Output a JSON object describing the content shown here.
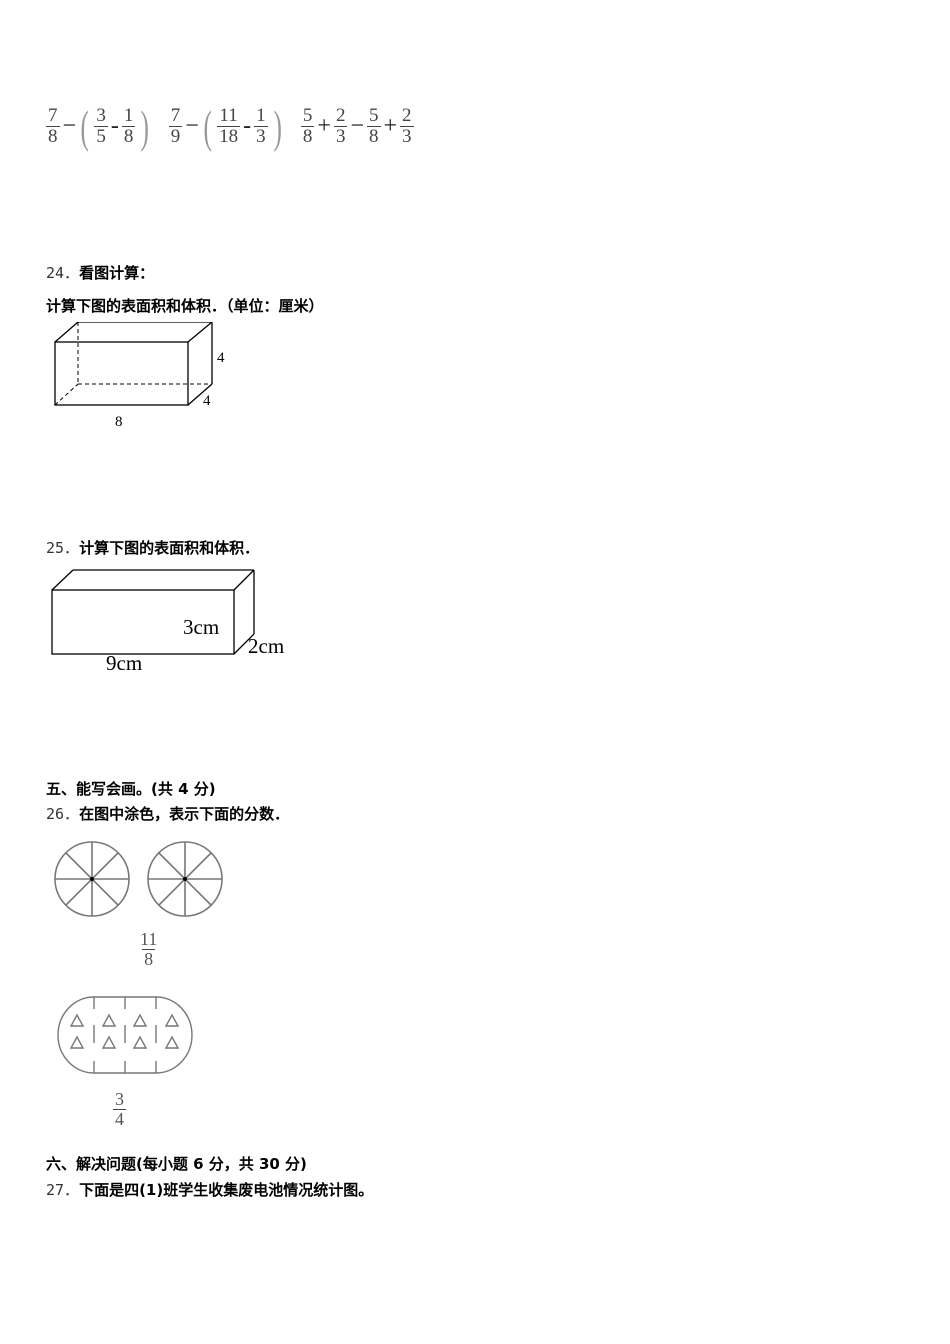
{
  "expressions": [
    {
      "id": "expr-1",
      "parts": [
        {
          "type": "frac",
          "num": "7",
          "den": "8"
        },
        {
          "type": "op",
          "value": "−"
        },
        {
          "type": "paren",
          "value": "("
        },
        {
          "type": "frac",
          "num": "3",
          "den": "5"
        },
        {
          "type": "op",
          "value": "-"
        },
        {
          "type": "frac",
          "num": "1",
          "den": "8"
        },
        {
          "type": "paren",
          "value": ")"
        }
      ]
    },
    {
      "id": "expr-2",
      "parts": [
        {
          "type": "frac",
          "num": "7",
          "den": "9"
        },
        {
          "type": "op",
          "value": "−"
        },
        {
          "type": "paren",
          "value": "("
        },
        {
          "type": "frac",
          "num": "11",
          "den": "18"
        },
        {
          "type": "op",
          "value": "-"
        },
        {
          "type": "frac",
          "num": "1",
          "den": "3"
        },
        {
          "type": "paren",
          "value": ")"
        }
      ]
    },
    {
      "id": "expr-3",
      "parts": [
        {
          "type": "frac",
          "num": "5",
          "den": "8"
        },
        {
          "type": "op",
          "value": "+"
        },
        {
          "type": "frac",
          "num": "2",
          "den": "3"
        },
        {
          "type": "op",
          "value": "−"
        },
        {
          "type": "frac",
          "num": "5",
          "den": "8"
        },
        {
          "type": "op",
          "value": "+"
        },
        {
          "type": "frac",
          "num": "2",
          "den": "3"
        }
      ]
    }
  ],
  "q24": {
    "number": "24．",
    "title": "看图计算：",
    "subtitle": "计算下图的表面积和体积．（单位：厘米）",
    "figure": {
      "length": "8",
      "height": "4",
      "width": "4"
    }
  },
  "q25": {
    "number": "25．",
    "title": "计算下图的表面积和体积．",
    "figure": {
      "length": "9cm",
      "height": "3cm",
      "width": "2cm"
    }
  },
  "section5": {
    "heading": "五、能写会画。(共 4 分)"
  },
  "q26": {
    "number": "26．",
    "title": "在图中涂色，表示下面的分数．",
    "fraction_a": {
      "num": "11",
      "den": "8"
    },
    "fraction_b": {
      "num": "3",
      "den": "4"
    }
  },
  "section6": {
    "heading": "六、解决问题(每小题 6 分，共 30 分)"
  },
  "q27": {
    "number": "27．",
    "title": "下面是四(1)班学生收集废电池情况统计图。"
  }
}
